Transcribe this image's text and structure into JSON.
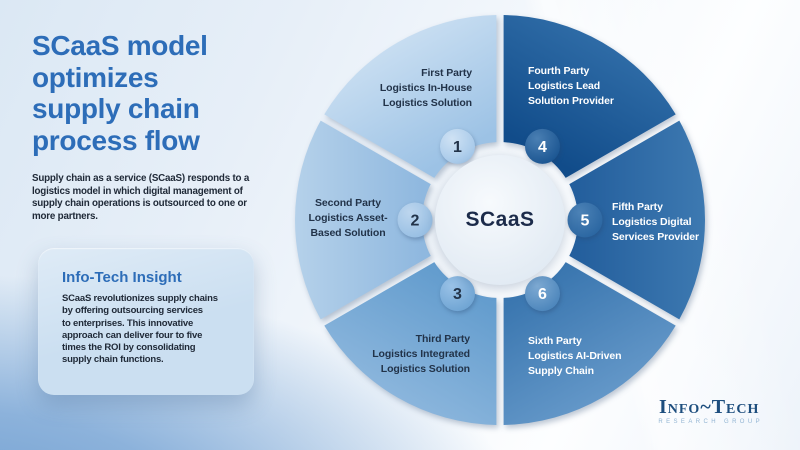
{
  "colors": {
    "title_blue": "#2d6db8",
    "body_text": "#202a38",
    "center_text": "#1c2b4a",
    "card_bg": "#cbdff1",
    "logo_navy": "#1d4e7e",
    "logo_sub": "#93b5d3"
  },
  "left_panel": {
    "title": "SCaaS model\noptimizes\nsupply chain\nprocess flow",
    "intro": "Supply chain as a service (SCaaS) responds to a\nlogistics model in which digital management of\nsupply chain operations is outsourced to one or\nmore partners.",
    "insight": {
      "heading": "Info-Tech Insight",
      "body": "SCaaS revolutionizes supply chains\nby offering outsourcing services\nto enterprises. This innovative\napproach can deliver four to five\ntimes the ROI by consolidating\nsupply chain functions."
    }
  },
  "wheel": {
    "center_label": "SCaaS",
    "segments": [
      {
        "number": "1",
        "label": "First Party\nLogistics In-House\nLogistics Solution",
        "fill_outer": "#c7ddf1",
        "fill_inner": "#9cc2e5",
        "badge_light": "#cfe2f4",
        "badge_dark": "#9fc4e7",
        "text_color": "#223349",
        "number_color": "#223349"
      },
      {
        "number": "2",
        "label": "Second Party\nLogistics Asset-\nBased Solution",
        "fill_outer": "#b5d1ea",
        "fill_inner": "#8fb8df",
        "badge_light": "#bdd6ee",
        "badge_dark": "#93bce2",
        "text_color": "#223349",
        "number_color": "#223349"
      },
      {
        "number": "3",
        "label": "Third Party\nLogistics Integrated\nLogistics Solution",
        "fill_outer": "#8ab5dc",
        "fill_inner": "#649dce",
        "badge_light": "#9ac2e7",
        "badge_dark": "#6aa1d1",
        "text_color": "#223349",
        "number_color": "#223349"
      },
      {
        "number": "4",
        "label": "Fourth Party\nLogistics Lead\nSolution Provider",
        "fill_outer": "#2e6ba6",
        "fill_inner": "#114c8a",
        "badge_light": "#4a7fb3",
        "badge_dark": "#16518e",
        "text_color": "#ffffff",
        "number_color": "#ffffff"
      },
      {
        "number": "5",
        "label": "Fifth Party\nLogistics Digital\nServices Provider",
        "fill_outer": "#3d79b1",
        "fill_inner": "#245f9d",
        "badge_light": "#4c82b6",
        "badge_dark": "#27639f",
        "text_color": "#ffffff",
        "number_color": "#ffffff"
      },
      {
        "number": "6",
        "label": "Sixth Party\nLogistics AI-Driven\nSupply Chain",
        "fill_outer": "#6397c8",
        "fill_inner": "#3b77b0",
        "badge_light": "#7fabd4",
        "badge_dark": "#4681b8",
        "text_color": "#ffffff",
        "number_color": "#ffffff"
      }
    ]
  },
  "logo": {
    "name": "Info~Tech",
    "sub": "RESEARCH GROUP"
  }
}
